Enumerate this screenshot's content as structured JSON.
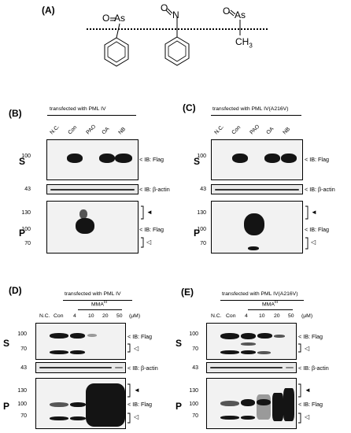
{
  "panels": {
    "A": "(A)",
    "B": "(B)",
    "C": "(C)",
    "D": "(D)",
    "E": "(E)"
  },
  "structures": {
    "as": "As",
    "n": "N",
    "o": "O",
    "ch3": "CH",
    "ch3_sub": "3"
  },
  "panel_B": {
    "header": "transfected with PML IV",
    "lanes": [
      "N.C.",
      "Con",
      "PAO",
      "OA",
      "NB"
    ]
  },
  "panel_C": {
    "header": "transfected with PML IV(A216V)",
    "lanes": [
      "N.C.",
      "Con",
      "PAO",
      "OA",
      "NB"
    ]
  },
  "panel_D": {
    "header": "transfected with PML IV",
    "group": "MMA",
    "group_sup": "III",
    "lanes": [
      "N.C.",
      "Con",
      "4",
      "10",
      "20",
      "50"
    ],
    "unit": "(μM)"
  },
  "panel_E": {
    "header": "transfected with PML IV(A216V)",
    "group": "MMA",
    "group_sup": "III",
    "lanes": [
      "N.C.",
      "Con",
      "4",
      "10",
      "20",
      "50"
    ],
    "unit": "(μM)"
  },
  "fractions": {
    "s": "S",
    "p": "P"
  },
  "markers": {
    "m130": "130",
    "m100": "100",
    "m70": "70",
    "m43": "43"
  },
  "labels": {
    "ib_flag": "< IB: Flag",
    "ib_actin": "< IB: β-actin",
    "filled": "◄",
    "open": "◁"
  }
}
